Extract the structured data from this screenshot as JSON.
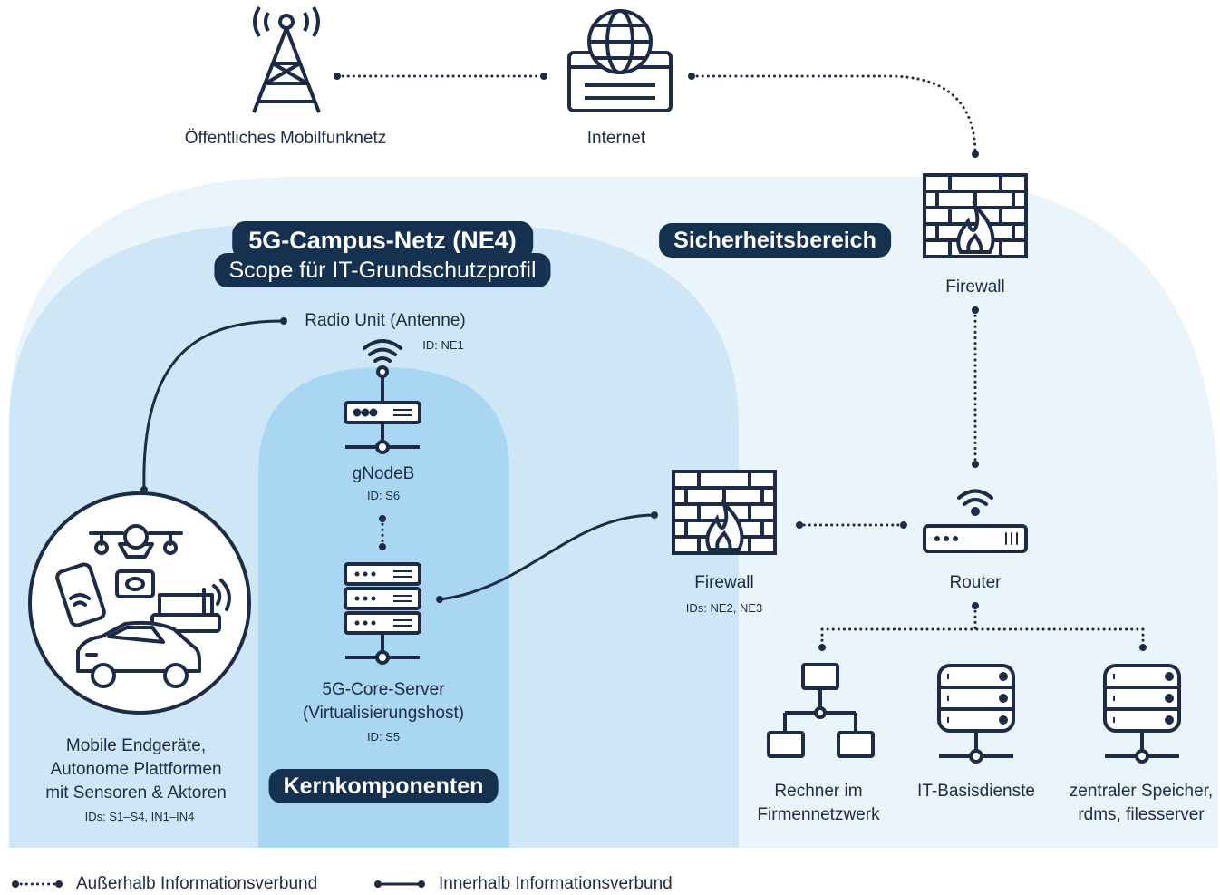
{
  "colors": {
    "navy": "#1d2b45",
    "pill_bg": "#16304f",
    "outer_region": "#eaf4fb",
    "campus_region": "#cfe6f6",
    "core_region": "#a9d6f2",
    "white": "#ffffff"
  },
  "regions": {
    "campus_title": "5G-Campus-Netz (NE4)",
    "campus_subtitle": "Scope für IT-Grundschutzprofil",
    "security_area": "Sicherheitsbereich",
    "core_components": "Kernkomponenten"
  },
  "nodes": {
    "public_mobile": {
      "label": "Öffentliches Mobilfunknetz",
      "icon": "radio-tower-icon"
    },
    "internet": {
      "label": "Internet",
      "icon": "globe-icon"
    },
    "firewall_top": {
      "label": "Firewall",
      "icon": "firewall-icon"
    },
    "radio_unit": {
      "label": "Radio Unit (Antenne)",
      "id": "ID: NE1",
      "icon": "antenna-icon"
    },
    "gnodeb": {
      "label": "gNodeB",
      "id": "ID: S6",
      "icon": "server-icon"
    },
    "core_server": {
      "label_line1": "5G-Core-Server",
      "label_line2": "(Virtualisierungshost)",
      "id": "ID: S5",
      "icon": "server-rack-icon"
    },
    "firewall_mid": {
      "label": "Firewall",
      "id": "IDs: NE2, NE3",
      "icon": "firewall-icon"
    },
    "router": {
      "label": "Router",
      "icon": "router-icon"
    },
    "mobile_devices": {
      "line1": "Mobile Endgeräte,",
      "line2": "Autonome Plattformen",
      "line3": "mit Sensoren & Aktoren",
      "id": "IDs: S1–S4, IN1–IN4",
      "icon": "devices-icon"
    },
    "company_pcs": {
      "line1": "Rechner im",
      "line2": "Firmennetzwerk",
      "icon": "network-computers-icon"
    },
    "it_services": {
      "label": "IT-Basisdienste",
      "icon": "database-server-icon"
    },
    "central_storage": {
      "line1": "zentraler Speicher,",
      "line2": "rdms, filesserver",
      "icon": "database-server-icon"
    }
  },
  "legend": {
    "dotted": "Außerhalb Informationsverbund",
    "solid": "Innerhalb Informationsverbund"
  }
}
